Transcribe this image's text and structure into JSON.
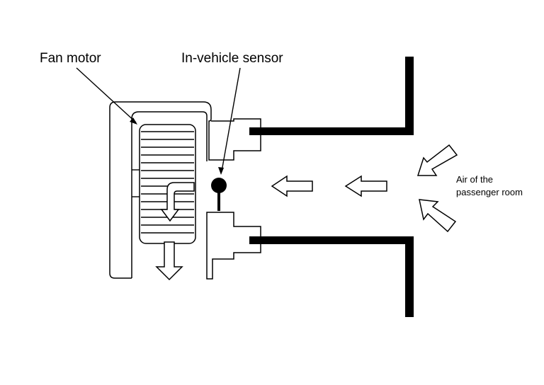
{
  "labels": {
    "fan_motor": "Fan motor",
    "in_vehicle_sensor": "In-vehicle sensor",
    "air_line1": "Air of the",
    "air_line2": "passenger room"
  },
  "colors": {
    "line": "#000000",
    "background": "#ffffff"
  }
}
